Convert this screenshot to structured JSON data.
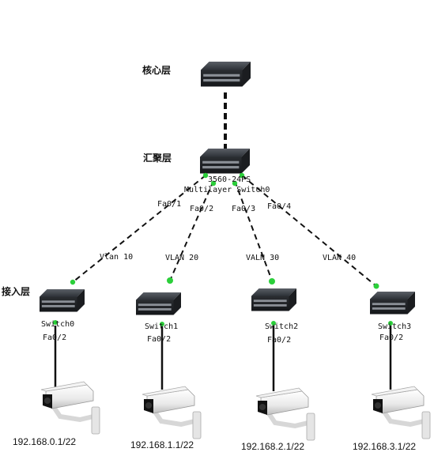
{
  "layers": {
    "core": "核心层",
    "aggregation": "汇聚层",
    "access": "接入层"
  },
  "core_switch": {
    "icon": "switch-icon"
  },
  "multilayer_switch": {
    "model": "3560-24PS",
    "name": "Multilayer Switch0",
    "icon": "switch-icon"
  },
  "links": [
    {
      "port": "Fa0/1",
      "vlan": "Vlan 10"
    },
    {
      "port": "Fa0/2",
      "vlan": "VLAN 20"
    },
    {
      "port": "Fa0/3",
      "vlan": "VALN 30"
    },
    {
      "port": "Fa0/4",
      "vlan": "VLAN 40"
    }
  ],
  "access_switches": [
    {
      "name": "Switch0",
      "port": "Fa0/2",
      "ip": "192.168.0.1/22"
    },
    {
      "name": "Switch1",
      "port": "Fa0/2",
      "ip": "192.168.1.1/22"
    },
    {
      "name": "Switch2",
      "port": "Fa0/2",
      "ip": "192.168.2.1/22"
    },
    {
      "name": "Switch3",
      "port": "Fa0/2",
      "ip": "192.168.3.1/22"
    }
  ],
  "camera_icon": "security-camera-icon",
  "colors": {
    "link_led": "#2bcf3a",
    "device_body": "#2e3238",
    "line": "#111111"
  }
}
